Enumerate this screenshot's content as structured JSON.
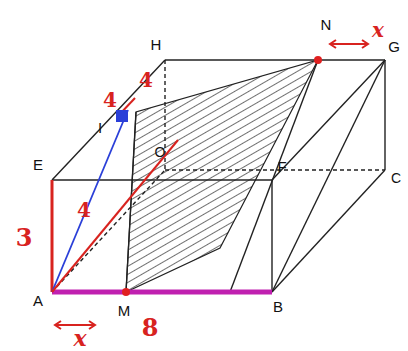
{
  "diagram": {
    "labels": [
      "H",
      "N",
      "G",
      "I",
      "O",
      "E",
      "F",
      "C",
      "A",
      "M",
      "B",
      "x",
      "4",
      "4",
      "4",
      "3",
      "x",
      "8"
    ]
  }
}
